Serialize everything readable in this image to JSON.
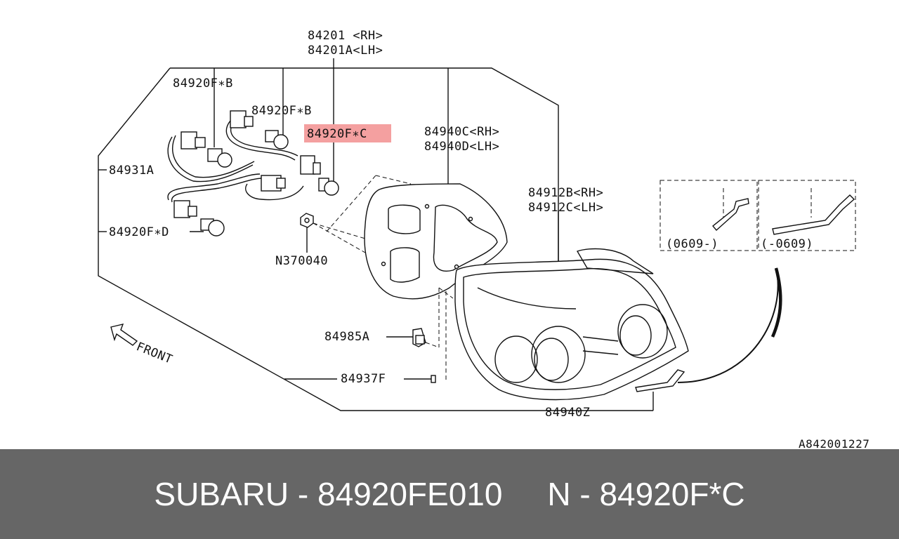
{
  "labels": {
    "p84201_rh": "84201 <RH>",
    "p84201a_lh": "84201A<LH>",
    "p84920f_b_1": "84920F∗B",
    "p84920f_b_2": "84920F∗B",
    "p84920f_c": "84920F∗C",
    "p84940c_rh": "84940C<RH>",
    "p84940d_lh": "84940D<LH>",
    "p84931a": "84931A",
    "p84912b_rh": "84912B<RH>",
    "p84912c_lh": "84912C<LH>",
    "p84920f_d": "84920F∗D",
    "pn370040": "N370040",
    "p0609_from": "(0609-)",
    "p0609_to": "(-0609)",
    "p84985a": "84985A",
    "front": "FRONT",
    "p84937f": "84937F",
    "p84940z": "84940Z",
    "diagram_id": "A842001227"
  },
  "highlight_color": "#f4a0a0",
  "footer": {
    "brand": "SUBARU",
    "part_number": "84920FE010",
    "ref": "N - 84920F*C"
  }
}
